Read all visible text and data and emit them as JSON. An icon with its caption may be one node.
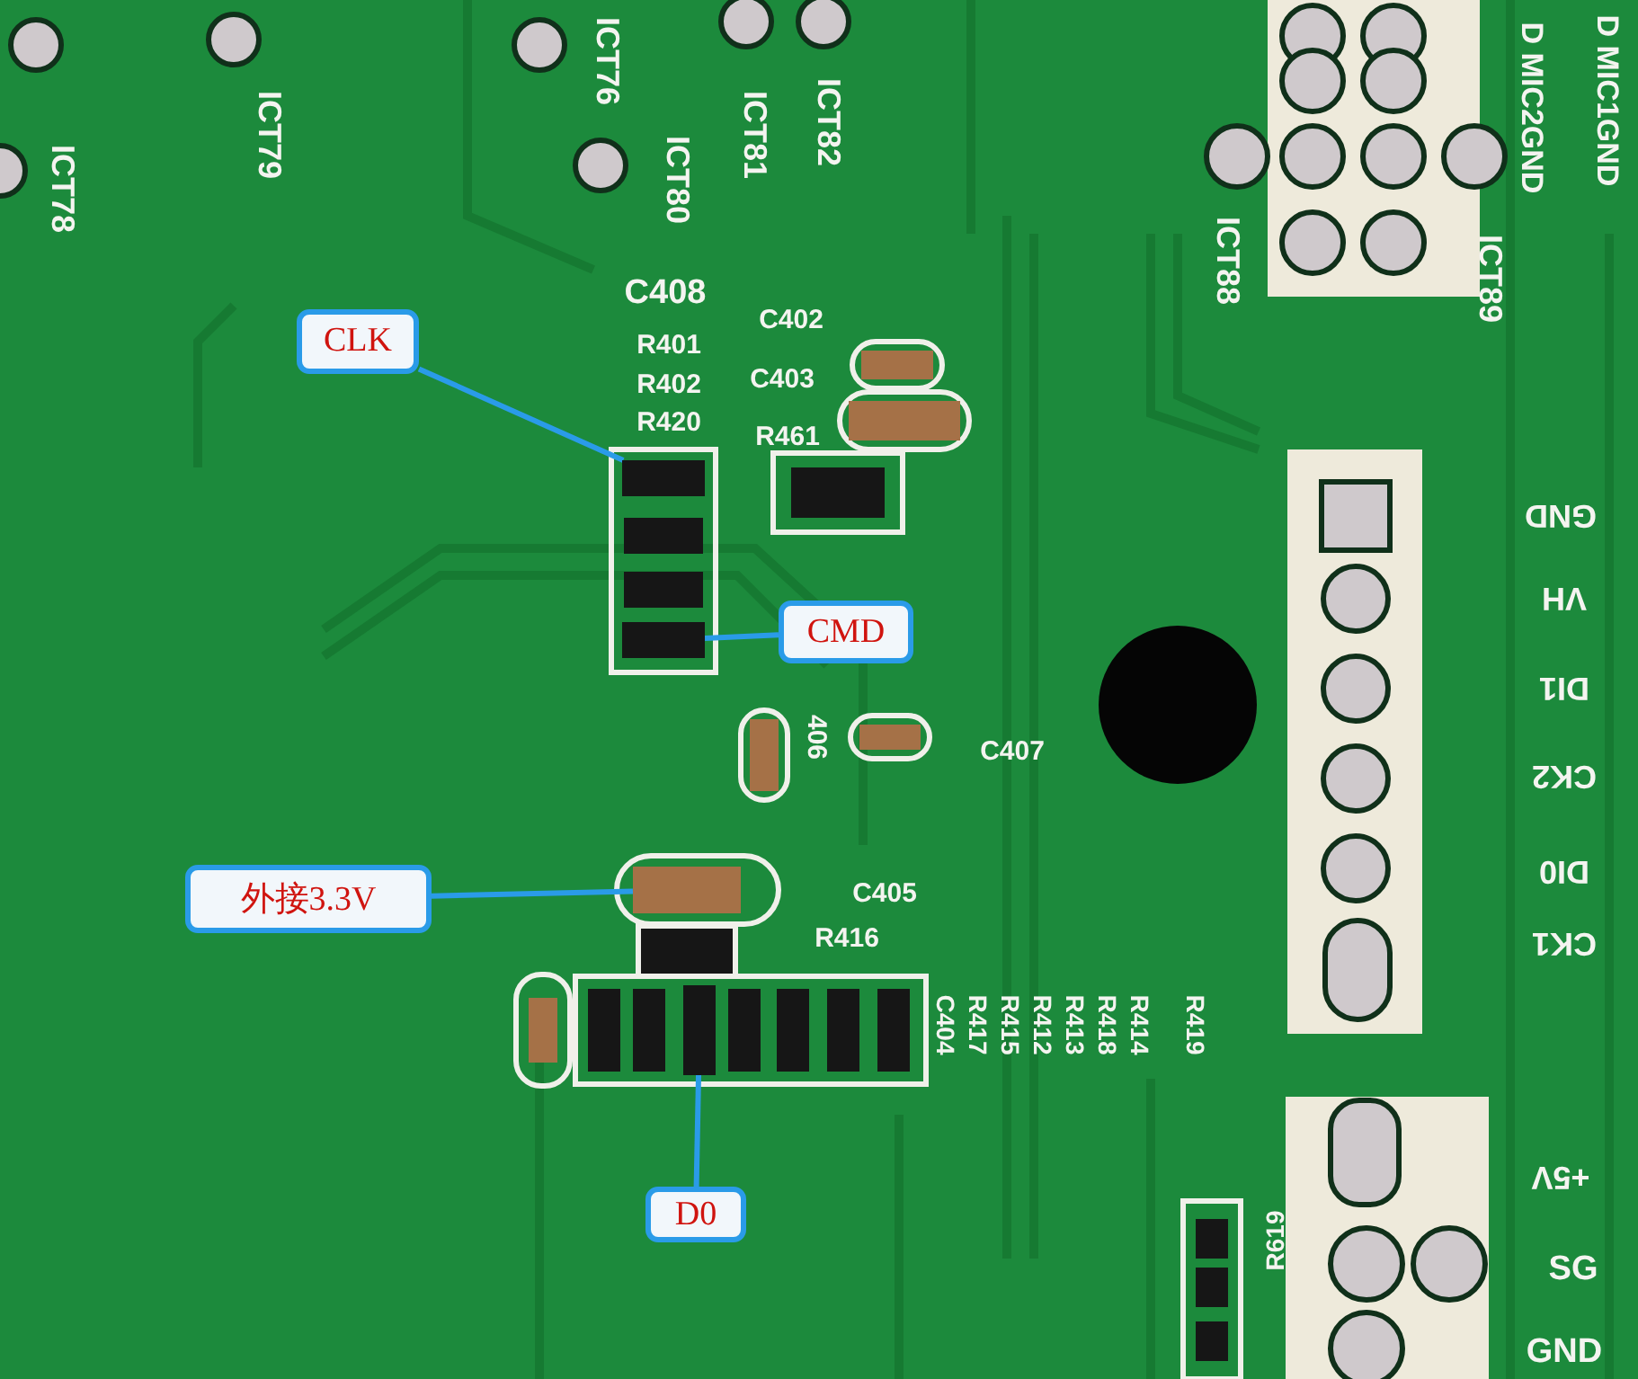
{
  "diagram": {
    "nodes": [
      {
        "text": [
          "CLK"
        ]
      },
      {
        "text": [],
        "shape": "box"
      },
      {
        "text": [
          "CMD"
        ]
      },
      {
        "text": [],
        "shape": "box"
      },
      {
        "text": [
          "外接3.3V"
        ]
      },
      {
        "text": [],
        "shape": "box"
      },
      {
        "text": [
          "D0"
        ]
      },
      {
        "text": [],
        "shape": "box"
      }
    ],
    "edges": [
      {
        "from": 0,
        "to": 1,
        "arrow": "none"
      },
      {
        "from": 2,
        "to": 3,
        "arrow": "none"
      },
      {
        "from": 4,
        "to": 5,
        "arrow": "none"
      },
      {
        "from": 6,
        "to": 7,
        "arrow": "none"
      }
    ],
    "labels": [
      "ICT78",
      "ICT79",
      "ICT76",
      "ICT80",
      "ICT81",
      "ICT82",
      "ICT88",
      "ICT89",
      "D MIC2GND",
      "D MIC1GND",
      "C408",
      "R401",
      "R402",
      "R420",
      "C402",
      "C403",
      "R461",
      "406",
      "C407",
      "C405",
      "R416",
      "C404",
      "R417",
      "R415",
      "R412",
      "R413",
      "R418",
      "R414",
      "R419",
      "GND",
      "VH",
      "DI1",
      "CK2",
      "DI0",
      "CK1",
      "+5V",
      "SG",
      "GND",
      "R619"
    ]
  }
}
